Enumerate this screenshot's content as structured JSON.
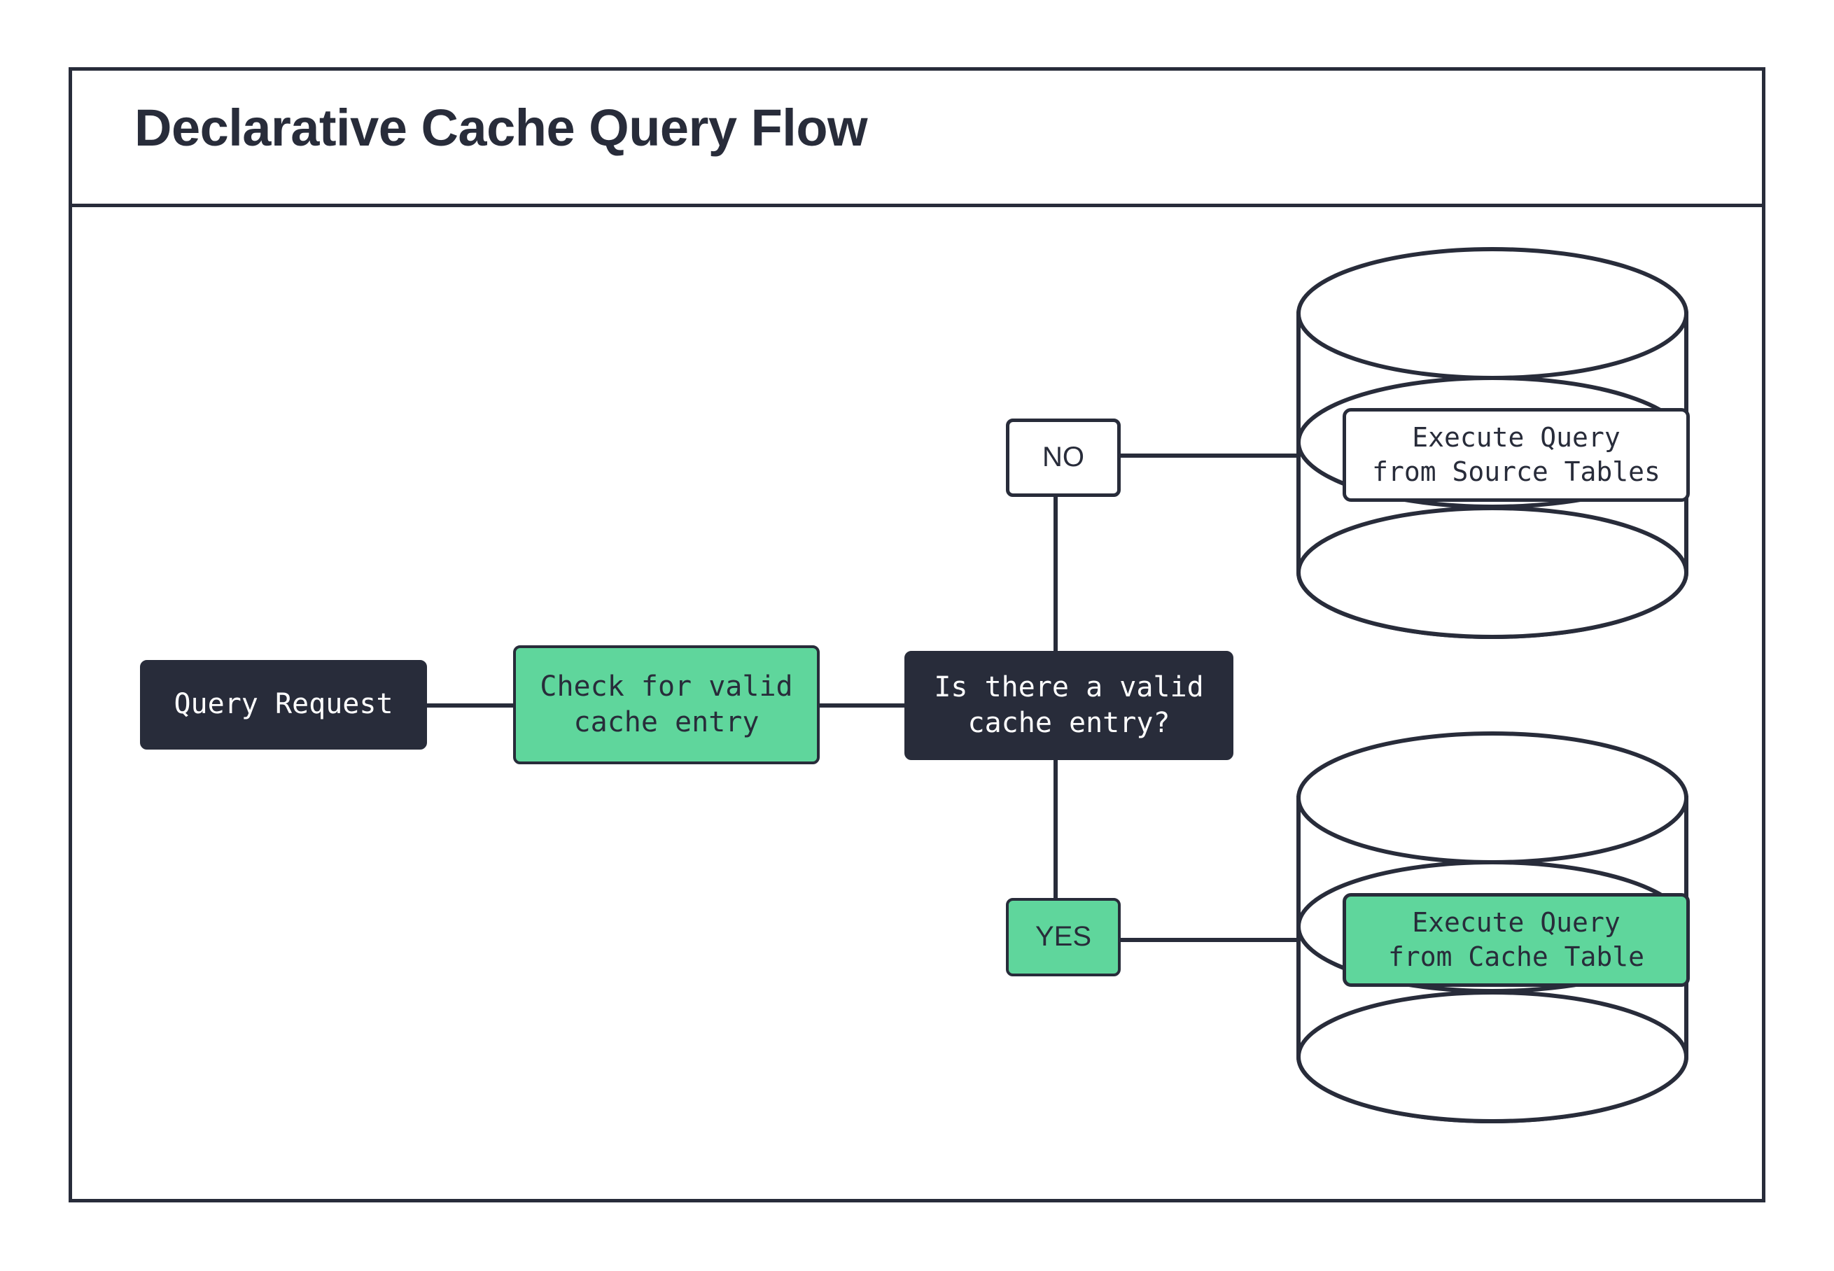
{
  "page": {
    "background": "#ffffff",
    "ink": "#282c3a",
    "accent_green": "#5fd69c",
    "dark_fill": "#282c3a",
    "white_fill": "#ffffff"
  },
  "header": {
    "title": "Declarative Cache Query Flow"
  },
  "diagram": {
    "nodes": [
      {
        "id": "query-request",
        "label": "Query Request",
        "shape": "rounded-rect",
        "style": "dark"
      },
      {
        "id": "check-cache",
        "label": "Check for valid\ncache entry",
        "shape": "rounded-rect",
        "style": "green"
      },
      {
        "id": "decision",
        "label": "Is there a valid\ncache entry?",
        "shape": "rounded-rect",
        "style": "dark"
      },
      {
        "id": "branch-no",
        "label": "NO",
        "shape": "rounded-rect",
        "style": "white"
      },
      {
        "id": "branch-yes",
        "label": "YES",
        "shape": "rounded-rect",
        "style": "green"
      },
      {
        "id": "source-tables",
        "label": "Execute Query\nfrom Source Tables",
        "shape": "database-cylinder",
        "style": "white"
      },
      {
        "id": "cache-table",
        "label": "Execute Query\nfrom Cache Table",
        "shape": "database-cylinder",
        "style": "green"
      }
    ],
    "edges": [
      {
        "from": "query-request",
        "to": "check-cache",
        "label": ""
      },
      {
        "from": "check-cache",
        "to": "decision",
        "label": ""
      },
      {
        "from": "decision",
        "to": "branch-no",
        "label": "NO"
      },
      {
        "from": "decision",
        "to": "branch-yes",
        "label": "YES"
      },
      {
        "from": "branch-no",
        "to": "source-tables",
        "label": ""
      },
      {
        "from": "branch-yes",
        "to": "cache-table",
        "label": ""
      }
    ]
  },
  "labels": {
    "query_request": "Query Request",
    "check_cache_line1": "Check for valid",
    "check_cache_line2": "cache entry",
    "decision_line1": "Is there a valid",
    "decision_line2": "cache entry?",
    "no": "NO",
    "yes": "YES",
    "source_line1": "Execute Query",
    "source_line2": "from Source Tables",
    "cache_line1": "Execute Query",
    "cache_line2": "from Cache Table"
  }
}
